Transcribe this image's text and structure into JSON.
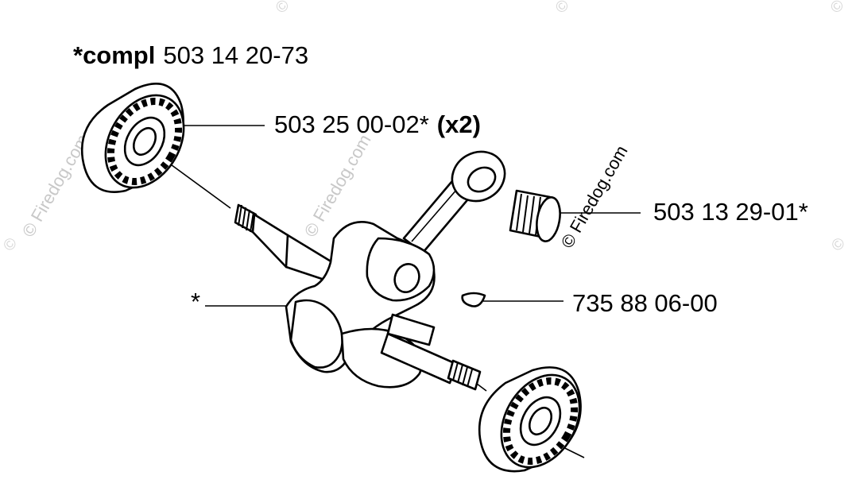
{
  "title": {
    "prefix": "*compl",
    "number": "503 14 20-73"
  },
  "callouts": {
    "bearing": {
      "number": "503 25 00-02*",
      "qty": "(x2)"
    },
    "needle_bearing": {
      "number": "503 13 29-01*"
    },
    "key": {
      "number": "735 88 06-00"
    },
    "crankshaft": {
      "number": "*"
    }
  },
  "watermarks": {
    "main": "© Firedog.com",
    "copyright": "©"
  },
  "colors": {
    "line": "#000000",
    "background": "#ffffff",
    "watermark": "#c8c8c8"
  }
}
